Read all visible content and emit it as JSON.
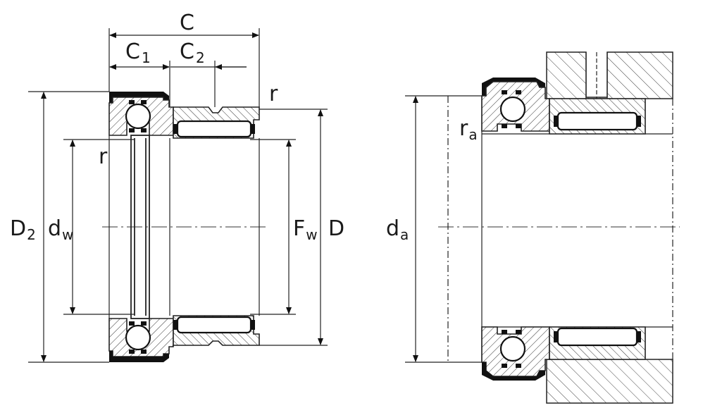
{
  "left_view": {
    "labels": {
      "C": "C",
      "C1": "C",
      "C1_sub": "1",
      "C2": "C",
      "C2_sub": "2",
      "r_top": "r",
      "r_left": "r",
      "D2": "D",
      "D2_sub": "2",
      "dw": "d",
      "dw_sub": "w",
      "Fw": "F",
      "Fw_sub": "w",
      "D": "D"
    }
  },
  "right_view": {
    "labels": {
      "ra": "r",
      "ra_sub": "a",
      "da": "d",
      "da_sub": "a"
    }
  }
}
